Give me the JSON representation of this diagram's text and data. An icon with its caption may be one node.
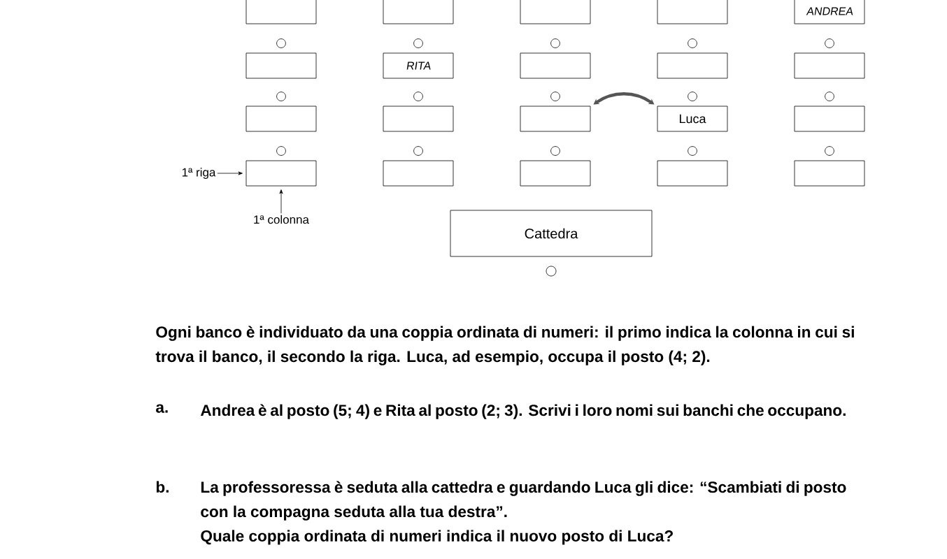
{
  "diagram": {
    "nodes": [
      {
        "text": [],
        "shape": "box"
      },
      {
        "text": [],
        "shape": "box"
      },
      {
        "text": [],
        "shape": "box"
      },
      {
        "text": [],
        "shape": "box"
      },
      {
        "text": [
          "ANDREA"
        ]
      },
      {
        "text": [],
        "shape": "box"
      },
      {
        "text": [
          "RITA"
        ]
      },
      {
        "text": [],
        "shape": "box"
      },
      {
        "text": [],
        "shape": "box"
      },
      {
        "text": [],
        "shape": "box"
      },
      {
        "text": [],
        "shape": "box"
      },
      {
        "text": [],
        "shape": "box"
      },
      {
        "text": [],
        "shape": "box"
      },
      {
        "text": [
          "Luca"
        ]
      },
      {
        "text": [],
        "shape": "box"
      },
      {
        "text": [],
        "shape": "box"
      },
      {
        "text": [],
        "shape": "box"
      },
      {
        "text": [],
        "shape": "box"
      },
      {
        "text": [],
        "shape": "box"
      },
      {
        "text": [],
        "shape": "box"
      },
      {
        "text": [
          "1ª riga"
        ]
      },
      {
        "text": [
          "1ª colonna"
        ]
      },
      {
        "text": [
          "Cattedra"
        ]
      }
    ],
    "edges": [
      {
        "from": 12,
        "to": 13,
        "arrow": "both",
        "style": "thick",
        "color": "#555555"
      },
      {
        "from": 20,
        "to": 15,
        "arrow": "to"
      },
      {
        "from": 21,
        "to": 15,
        "arrow": "to"
      }
    ],
    "labels": [
      "Ogni banco è individuato da una coppia ordinata di numeri: il primo indica la colonna in cui si trova il banco, il secondo la riga. Luca, ad esempio, occupa il posto (4; 2).",
      "a.",
      "Andrea è al posto (5; 4) e Rita al posto (2; 3). Scrivi i loro nomi sui banchi che occupano.",
      "b.",
      "La professoressa è seduta alla cattedra e guardando Luca gli dice: “Scambiati di posto con la compagna seduta alla tua destra”.",
      "Quale coppia ordinata di numeri indica il nuovo posto di Luca?"
    ]
  }
}
